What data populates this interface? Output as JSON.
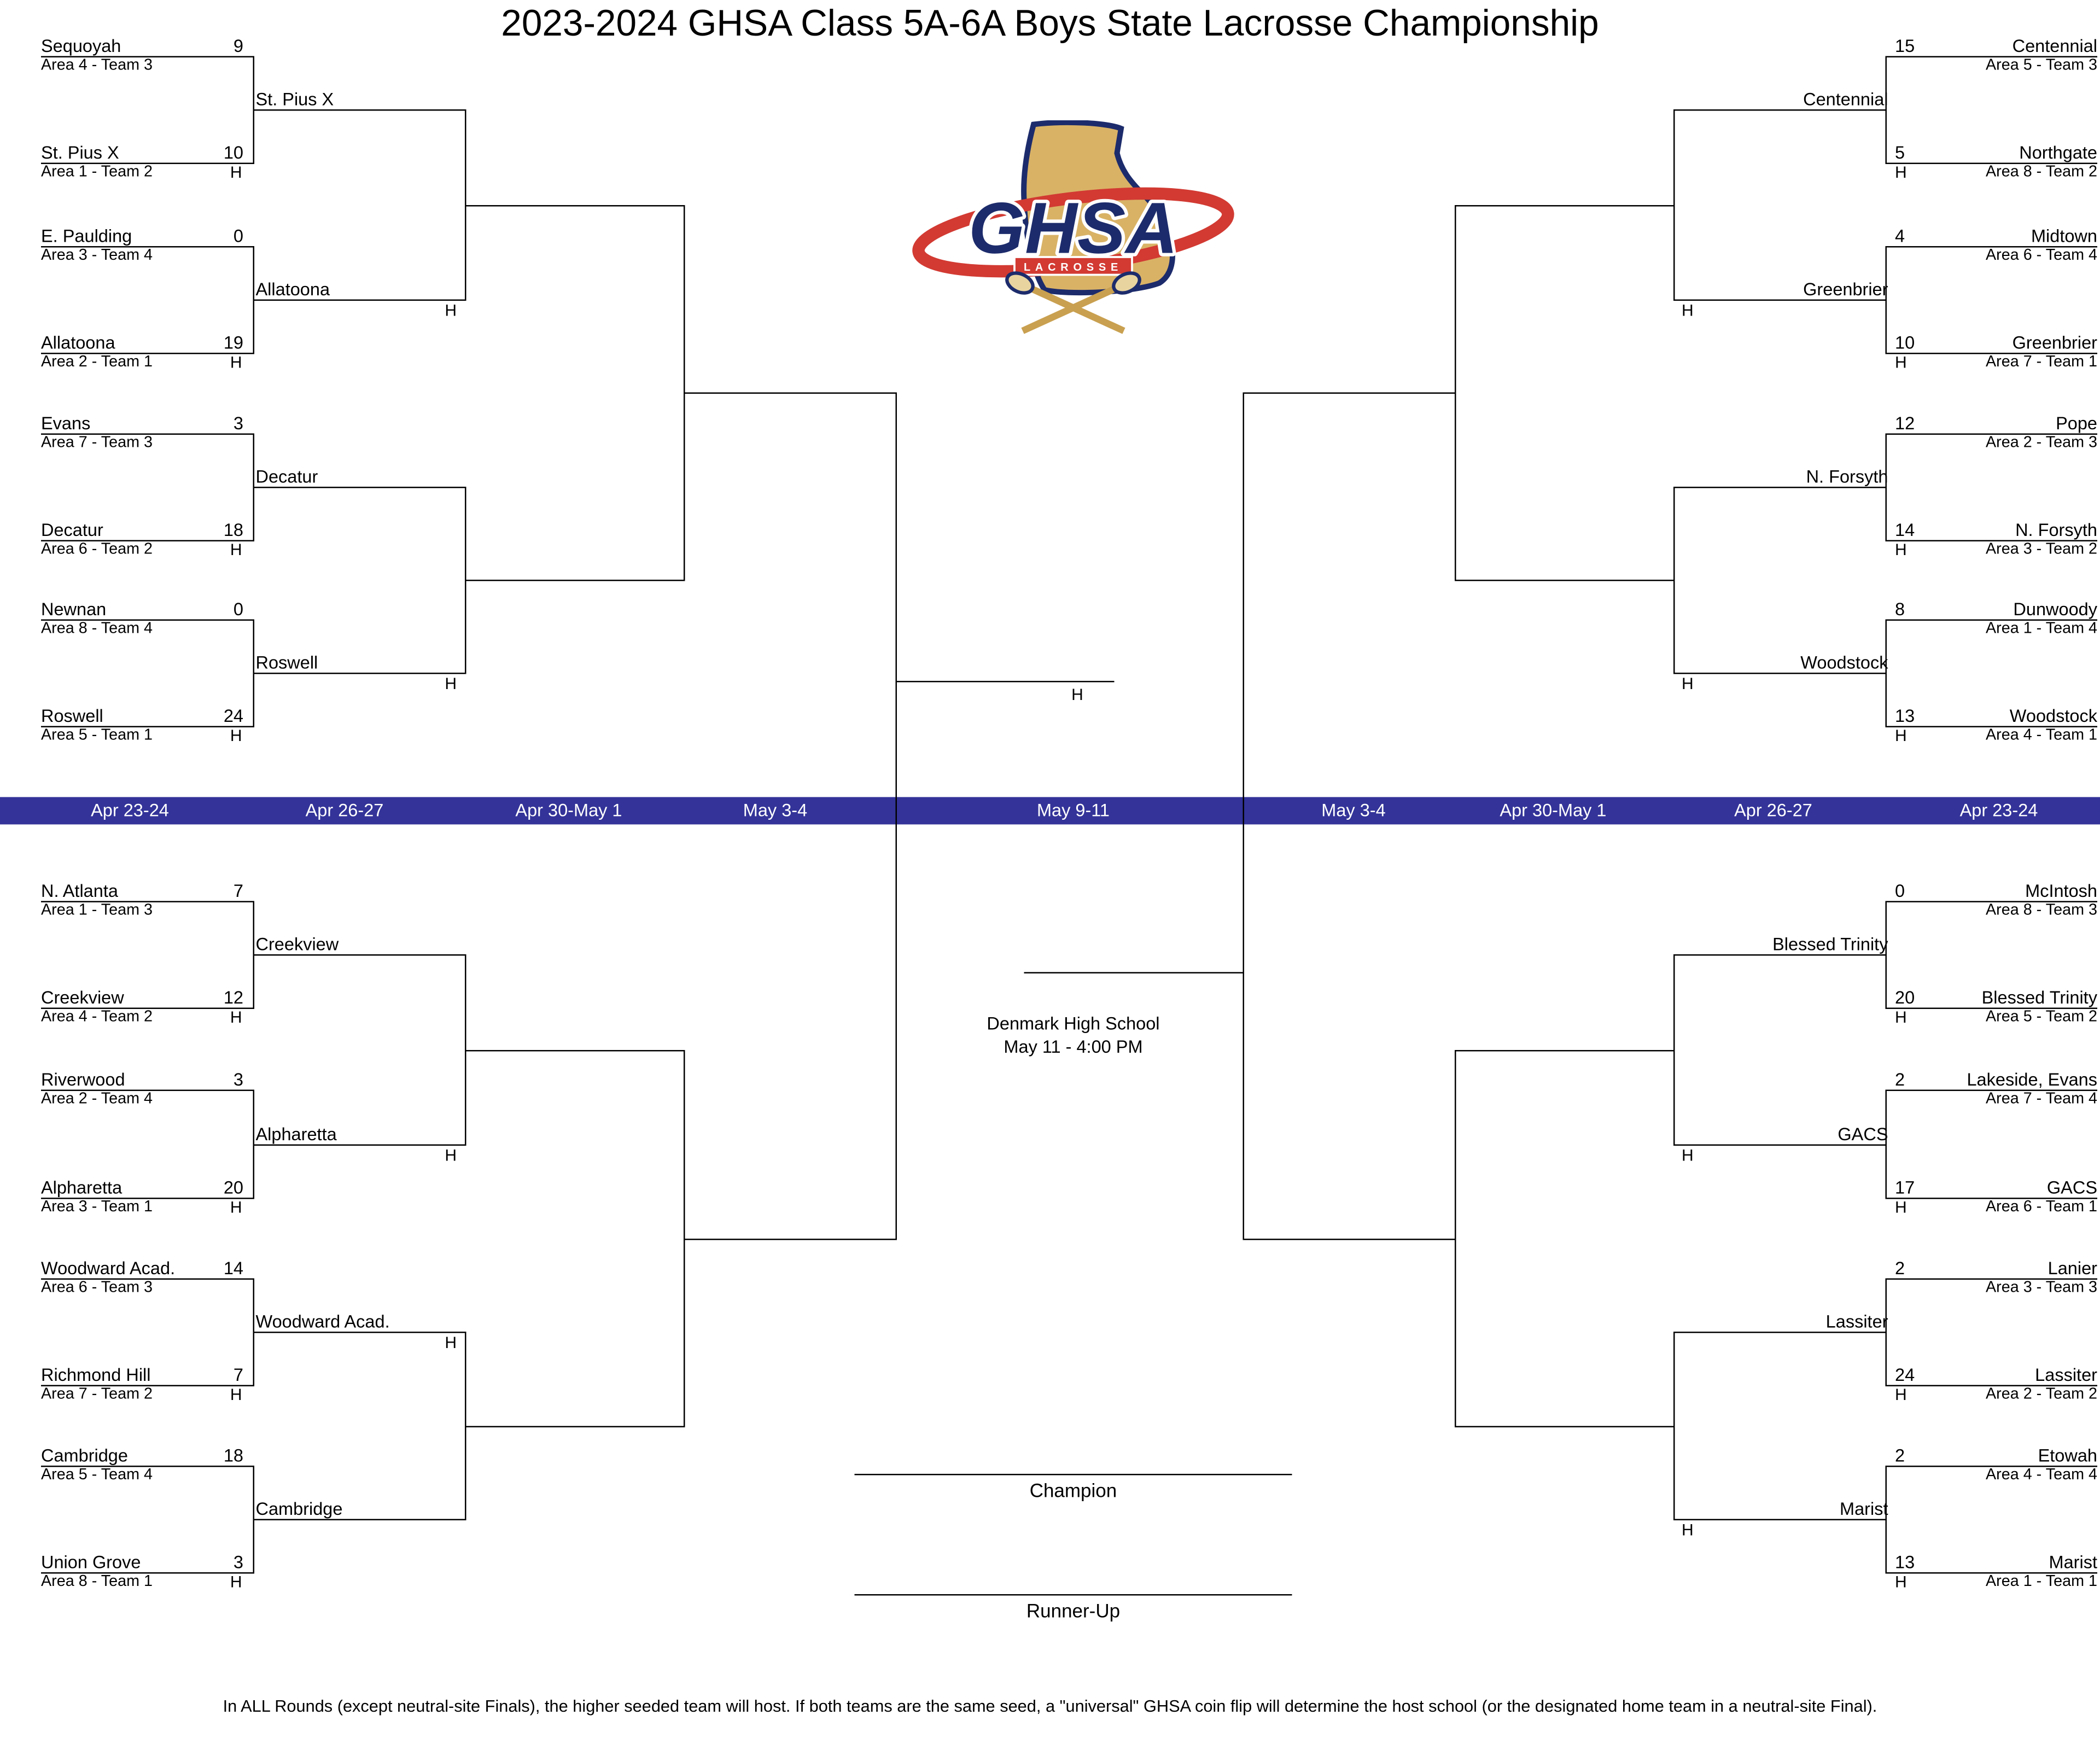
{
  "title": "2023-2024 GHSA Class 5A-6A Boys State Lacrosse Championship",
  "logo": {
    "text": "GHSA",
    "subtext": "LACROSSE"
  },
  "host_mark": "H",
  "schedule_bar": [
    "Apr 23-24",
    "Apr 26-27",
    "Apr 30-May 1",
    "May 3-4",
    "May 9-11",
    "May 3-4",
    "Apr 30-May 1",
    "Apr 26-27",
    "Apr 23-24"
  ],
  "final": {
    "venue_line1": "Denmark High School",
    "venue_line2": "May 11 - 4:00 PM",
    "champion_label": "Champion",
    "runner_up_label": "Runner-Up"
  },
  "footer_note": "In ALL Rounds (except neutral-site Finals), the higher seeded team will host. If both teams are the same seed, a \"universal\" GHSA coin flip will determine the host school (or the designated home team in a neutral-site Final).",
  "colors": {
    "schedule_bar_bg": "#333399",
    "line": "#000000",
    "logo_navy": "#1c2b6b",
    "logo_gold": "#d9b266",
    "logo_red": "#d23a32"
  },
  "quadrants": [
    {
      "id": "left-top",
      "side": "left",
      "vpos": "top",
      "games": [
        {
          "teams": [
            {
              "name": "Sequoyah",
              "area": "Area 4 - Team 3",
              "score": "9",
              "host": false
            },
            {
              "name": "St. Pius X",
              "area": "Area 1 - Team 2",
              "score": "10",
              "host": true
            }
          ],
          "winner": {
            "name": "St. Pius X",
            "host": false
          }
        },
        {
          "teams": [
            {
              "name": "E. Paulding",
              "area": "Area 3 - Team 4",
              "score": "0",
              "host": false
            },
            {
              "name": "Allatoona",
              "area": "Area 2 - Team 1",
              "score": "19",
              "host": true
            }
          ],
          "winner": {
            "name": "Allatoona",
            "host": true
          }
        },
        {
          "teams": [
            {
              "name": "Evans",
              "area": "Area 7 - Team 3",
              "score": "3",
              "host": false
            },
            {
              "name": "Decatur",
              "area": "Area 6 - Team 2",
              "score": "18",
              "host": true
            }
          ],
          "winner": {
            "name": "Decatur",
            "host": false
          }
        },
        {
          "teams": [
            {
              "name": "Newnan",
              "area": "Area 8 - Team 4",
              "score": "0",
              "host": false
            },
            {
              "name": "Roswell",
              "area": "Area 5 - Team 1",
              "score": "24",
              "host": true
            }
          ],
          "winner": {
            "name": "Roswell",
            "host": true
          }
        }
      ]
    },
    {
      "id": "left-bottom",
      "side": "left",
      "vpos": "bottom",
      "games": [
        {
          "teams": [
            {
              "name": "N. Atlanta",
              "area": "Area 1 - Team 3",
              "score": "7",
              "host": false
            },
            {
              "name": "Creekview",
              "area": "Area 4 - Team 2",
              "score": "12",
              "host": true
            }
          ],
          "winner": {
            "name": "Creekview",
            "host": false
          }
        },
        {
          "teams": [
            {
              "name": "Riverwood",
              "area": "Area 2 - Team 4",
              "score": "3",
              "host": false
            },
            {
              "name": "Alpharetta",
              "area": "Area 3 - Team 1",
              "score": "20",
              "host": true
            }
          ],
          "winner": {
            "name": "Alpharetta",
            "host": true
          }
        },
        {
          "teams": [
            {
              "name": "Woodward Acad.",
              "area": "Area 6 - Team 3",
              "score": "14",
              "host": false
            },
            {
              "name": "Richmond Hill",
              "area": "Area 7 - Team 2",
              "score": "7",
              "host": true
            }
          ],
          "winner": {
            "name": "Woodward Acad.",
            "host": true
          }
        },
        {
          "teams": [
            {
              "name": "Cambridge",
              "area": "Area 5 - Team 4",
              "score": "18",
              "host": false
            },
            {
              "name": "Union Grove",
              "area": "Area 8 - Team 1",
              "score": "3",
              "host": true
            }
          ],
          "winner": {
            "name": "Cambridge",
            "host": false
          }
        }
      ]
    },
    {
      "id": "right-top",
      "side": "right",
      "vpos": "top",
      "games": [
        {
          "teams": [
            {
              "name": "Centennial",
              "area": "Area 5 - Team 3",
              "score": "15",
              "host": false
            },
            {
              "name": "Northgate",
              "area": "Area 8 - Team 2",
              "score": "5",
              "host": true
            }
          ],
          "winner": {
            "name": "Centennial",
            "host": false
          }
        },
        {
          "teams": [
            {
              "name": "Midtown",
              "area": "Area 6 - Team 4",
              "score": "4",
              "host": false
            },
            {
              "name": "Greenbrier",
              "area": "Area 7 - Team 1",
              "score": "10",
              "host": true
            }
          ],
          "winner": {
            "name": "Greenbrier",
            "host": true
          }
        },
        {
          "teams": [
            {
              "name": "Pope",
              "area": "Area 2 - Team 3",
              "score": "12",
              "host": false
            },
            {
              "name": "N. Forsyth",
              "area": "Area 3 - Team 2",
              "score": "14",
              "host": true
            }
          ],
          "winner": {
            "name": "N. Forsyth",
            "host": false
          }
        },
        {
          "teams": [
            {
              "name": "Dunwoody",
              "area": "Area 1 - Team 4",
              "score": "8",
              "host": false
            },
            {
              "name": "Woodstock",
              "area": "Area 4 - Team 1",
              "score": "13",
              "host": true
            }
          ],
          "winner": {
            "name": "Woodstock",
            "host": true
          }
        }
      ]
    },
    {
      "id": "right-bottom",
      "side": "right",
      "vpos": "bottom",
      "games": [
        {
          "teams": [
            {
              "name": "McIntosh",
              "area": "Area 8 - Team 3",
              "score": "0",
              "host": false
            },
            {
              "name": "Blessed Trinity",
              "area": "Area 5 - Team 2",
              "score": "20",
              "host": true
            }
          ],
          "winner": {
            "name": "Blessed Trinity",
            "host": false
          }
        },
        {
          "teams": [
            {
              "name": "Lakeside, Evans",
              "area": "Area 7 - Team 4",
              "score": "2",
              "host": false
            },
            {
              "name": "GACS",
              "area": "Area 6 - Team 1",
              "score": "17",
              "host": true
            }
          ],
          "winner": {
            "name": "GACS",
            "host": true
          }
        },
        {
          "teams": [
            {
              "name": "Lanier",
              "area": "Area 3 - Team 3",
              "score": "2",
              "host": false
            },
            {
              "name": "Lassiter",
              "area": "Area 2 - Team 2",
              "score": "24",
              "host": true
            }
          ],
          "winner": {
            "name": "Lassiter",
            "host": false
          }
        },
        {
          "teams": [
            {
              "name": "Etowah",
              "area": "Area 4 - Team 4",
              "score": "2",
              "host": false
            },
            {
              "name": "Marist",
              "area": "Area 1 - Team 1",
              "score": "13",
              "host": true
            }
          ],
          "winner": {
            "name": "Marist",
            "host": true
          }
        }
      ]
    }
  ]
}
